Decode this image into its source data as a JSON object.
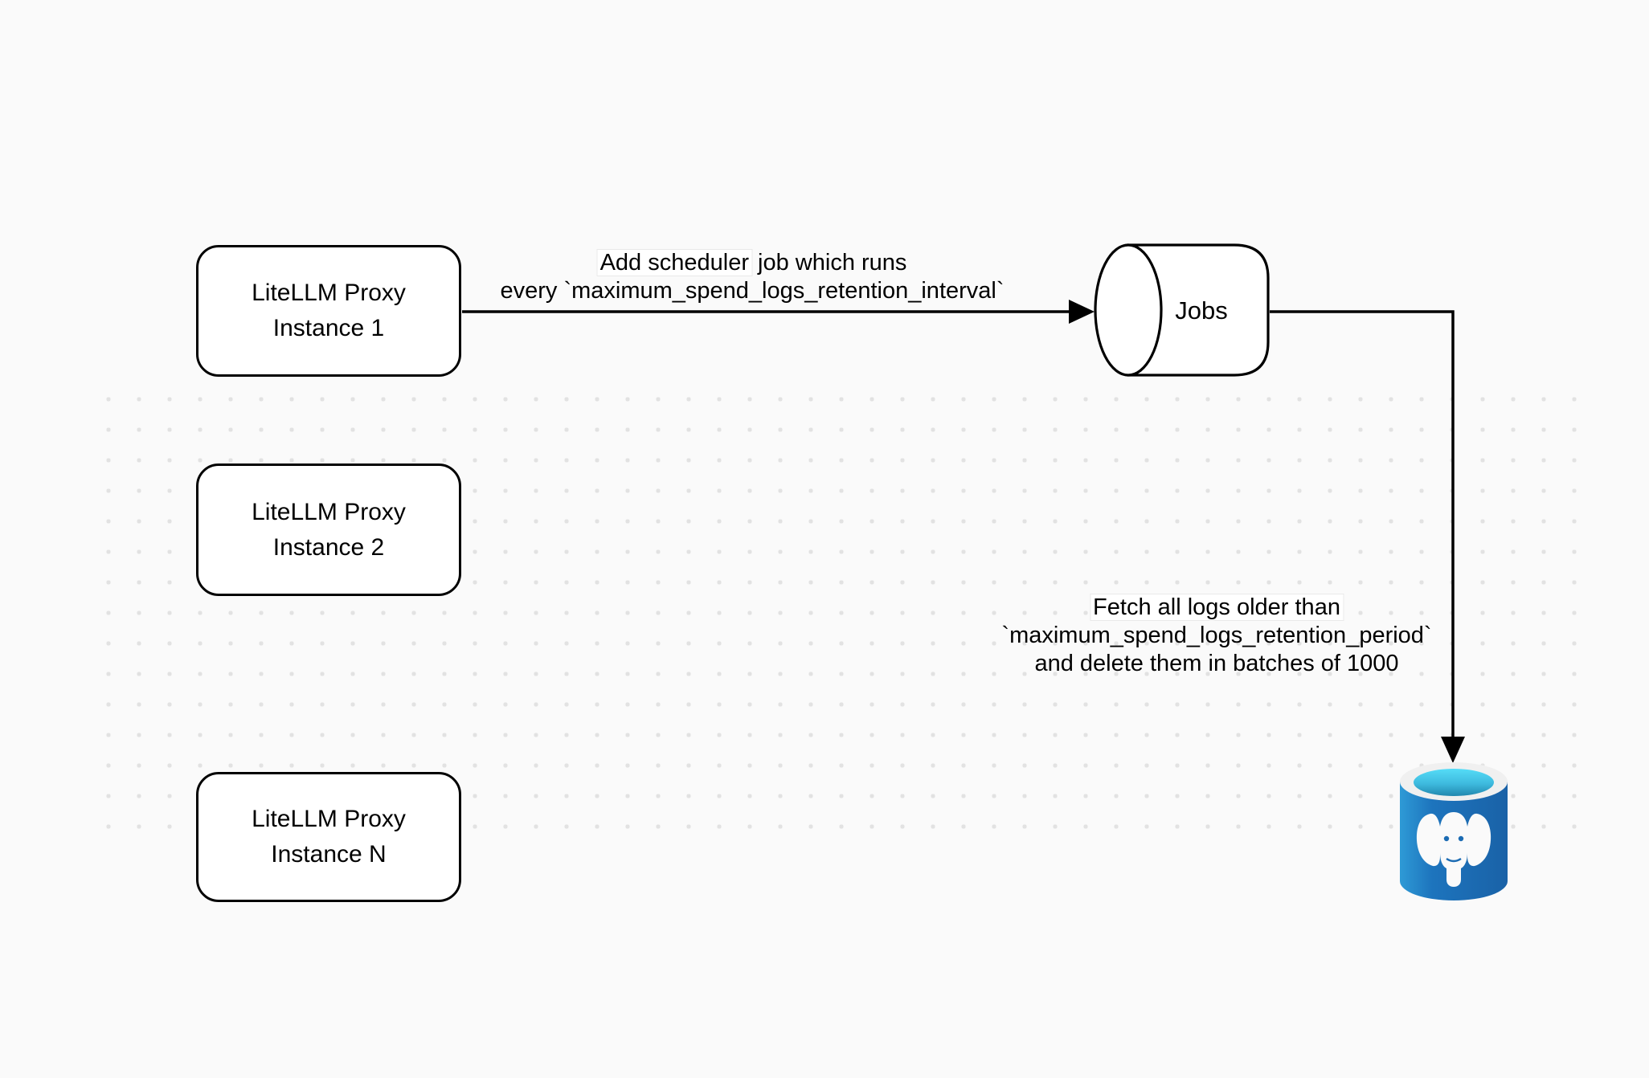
{
  "diagram": {
    "nodes": {
      "instance1": {
        "line1": "LiteLLM Proxy",
        "line2": "Instance 1"
      },
      "instance2": {
        "line1": "LiteLLM Proxy",
        "line2": "Instance 2"
      },
      "instanceN": {
        "line1": "LiteLLM Proxy",
        "line2": "Instance N"
      },
      "jobs": {
        "label": "Jobs"
      },
      "postgres": {
        "icon": "postgresql-database-icon"
      }
    },
    "edges": {
      "scheduler": {
        "line1_boxed": "Add scheduler",
        "line1_rest": " job which runs",
        "line2": "every `maximum_spend_logs_retention_interval`"
      },
      "fetch": {
        "line1": "Fetch all logs older than",
        "line2": "`maximum_spend_logs_retention_period`",
        "line3": "and delete them in batches of 1000"
      }
    },
    "colors": {
      "background": "#fafafa",
      "dot_grid": "#e2e2e2",
      "stroke": "#000000",
      "node_fill": "#ffffff",
      "postgres_blue_light": "#2e9ad6",
      "postgres_blue": "#1b6bb3",
      "postgres_blue_dark": "#1a62a7",
      "postgres_cyan": "#55dcf7",
      "postgres_teal": "#2187ae",
      "postgres_rim": "#f0f0f0",
      "elephant_white": "#fafafa"
    }
  }
}
